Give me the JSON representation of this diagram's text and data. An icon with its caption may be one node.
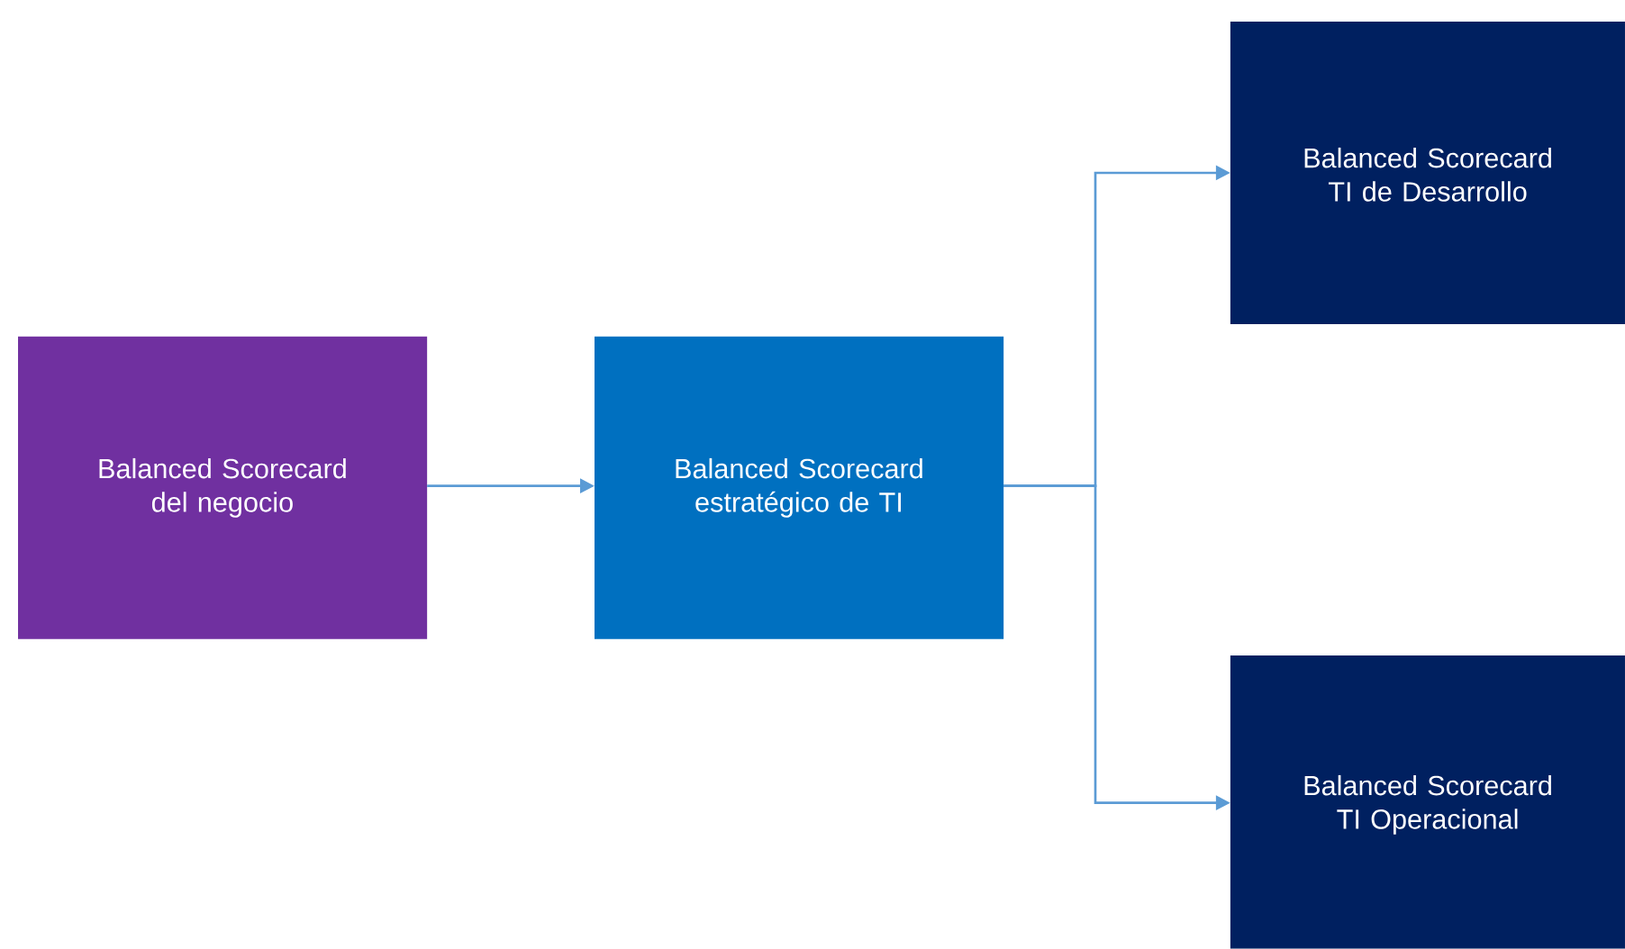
{
  "diagram": {
    "nodes": [
      {
        "text": [
          "Balanced Scorecard del negocio"
        ]
      },
      {
        "text": [
          "Balanced Scorecard estratégico de TI"
        ]
      },
      {
        "text": [
          "Balanced Scorecard TI de Desarrollo"
        ]
      },
      {
        "text": [
          "Balanced Scorecard TI Operacional"
        ]
      }
    ],
    "edges": [
      {
        "from": 0,
        "to": 1,
        "arrow": "to"
      },
      {
        "from": 1,
        "to": 2,
        "arrow": "to"
      },
      {
        "from": 1,
        "to": 3,
        "arrow": "to"
      }
    ]
  }
}
